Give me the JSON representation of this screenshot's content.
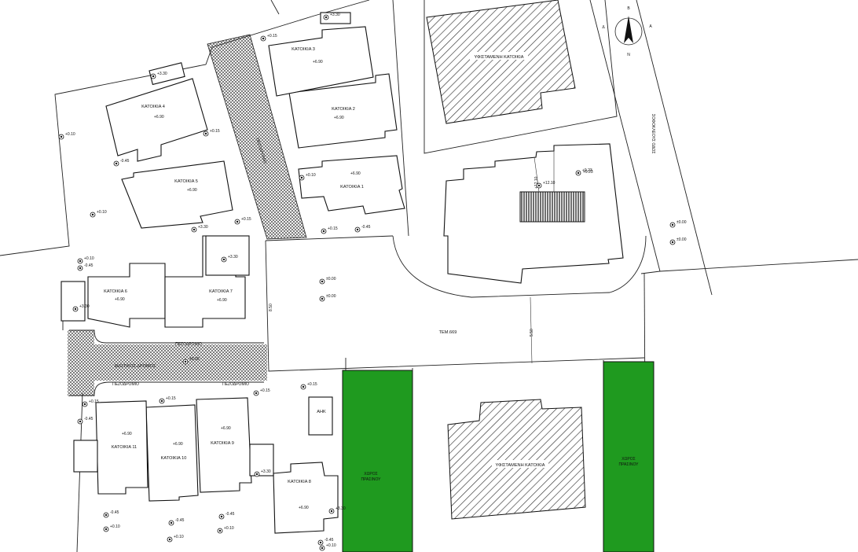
{
  "houses": [
    {
      "label": "ΚΑΤΟΙΚΙΑ 1",
      "level": "+6.90"
    },
    {
      "label": "ΚΑΤΟΙΚΙΑ 2",
      "level": "+6.90"
    },
    {
      "label": "ΚΑΤΟΙΚΙΑ 3",
      "level": "+6.90"
    },
    {
      "label": "ΚΑΤΟΙΚΙΑ 4",
      "level": "+6.90"
    },
    {
      "label": "ΚΑΤΟΙΚΙΑ 5",
      "level": "+6.90"
    },
    {
      "label": "ΚΑΤΟΙΚΙΑ 6",
      "level": "+6.90"
    },
    {
      "label": "ΚΑΤΟΙΚΙΑ 7",
      "level": "+6.90"
    },
    {
      "label": "ΚΑΤΟΙΚΙΑ 8",
      "level": "+6.90"
    },
    {
      "label": "ΚΑΤΟΙΚΙΑ 9",
      "level": "+6.90"
    },
    {
      "label": "ΚΑΤΟΙΚΙΑ 10",
      "level": "+6.90"
    },
    {
      "label": "ΚΑΤΟΙΚΙΑ 11",
      "level": "+6.90"
    }
  ],
  "existing_label_top": "ΥΦΙΣΤΑΜΕΝΗ ΚΑΤΟΙΚΙΑ",
  "existing_label_bottom": "ΥΦΙΣΤΑΜΕΝΗ ΚΑΤΟΙΚΙΑ",
  "green_left_label": [
    "ΧΩΡΟΣ",
    "ΠΡΑΣΙΝΟΥ"
  ],
  "green_right_label": [
    "ΧΩΡΟΣ",
    "ΠΡΑΣΙΝΟΥ"
  ],
  "plot_label": "TEM.669",
  "private_road_label": "ΙΔΙΩΤΙΚΟΣ ΔΡΟΜΟΣ",
  "pedestrian_label": "ΠΕΖΟΔΡΟΜΙΟ",
  "substation_label": "ΑΗΚ",
  "street_label": "ΣΟΦΟΚΛΕΟΥΣ ΟΔΟΣ",
  "compass": {
    "n": "N",
    "b": "B",
    "a": "A",
    "d": "Δ"
  },
  "dims": {
    "small1": "12.10",
    "small2": "8.50",
    "small3": "5.50"
  },
  "elev": {
    "plus015": "+0.15",
    "plus010": "+0.10",
    "minus045": "-0.45",
    "plus330": "+3.30",
    "zero": "±0.00",
    "plus923": "+9.23",
    "plus1210": "+12.10"
  }
}
